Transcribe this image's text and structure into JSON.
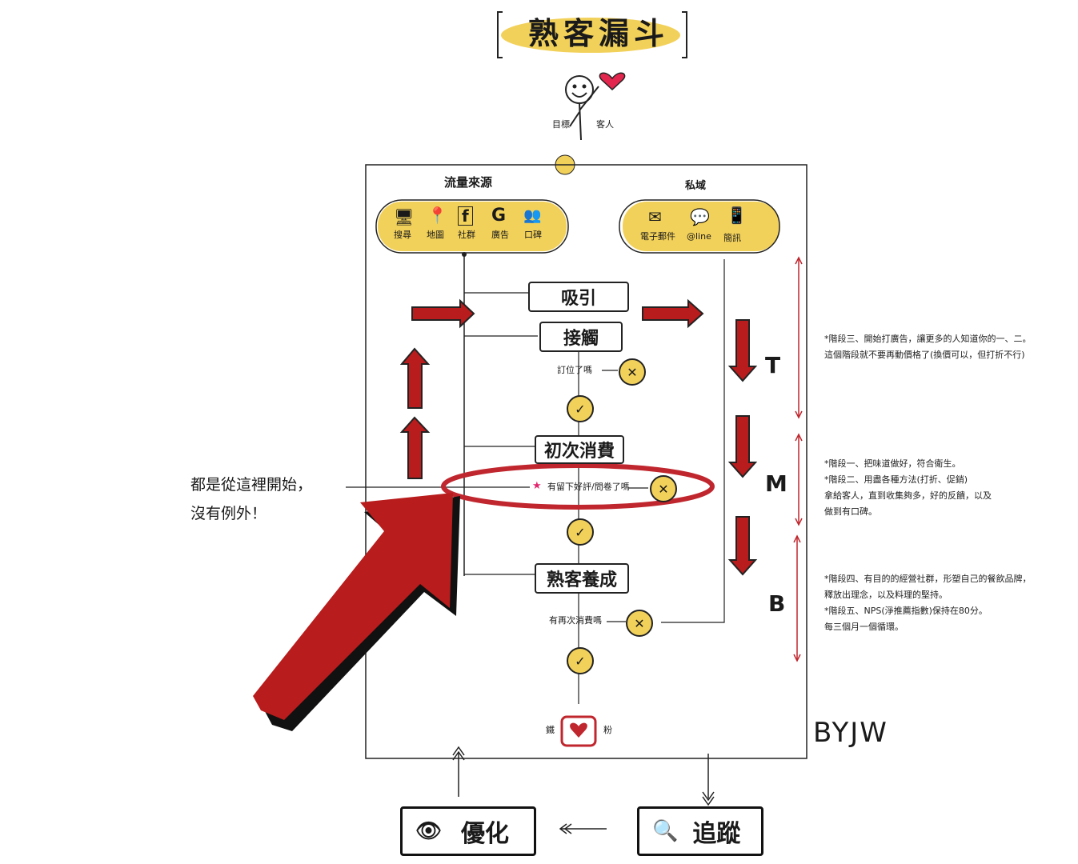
{
  "title": "熟客漏斗",
  "target_customer": [
    "目標",
    "客人"
  ],
  "sources": {
    "heading": "流量來源",
    "items": [
      "搜尋",
      "地圖",
      "社群",
      "廣告",
      "口碑"
    ]
  },
  "private": {
    "heading": "私域",
    "items": [
      "電子郵件",
      "@line",
      "簡訊"
    ]
  },
  "stages": {
    "attract": "吸引",
    "contact": "接觸",
    "q_subscribe": "訂位了嗎",
    "first": "初次消費",
    "q_review": "有留下好評/問卷了嗎",
    "regular": "熟客養成",
    "q_repeat": "有再次消費嗎",
    "fan": [
      "鐵",
      "粉"
    ]
  },
  "side_text": [
    "都是從這裡開始，",
    "沒有例外！"
  ],
  "tmb": [
    "T",
    "M",
    "B"
  ],
  "notes": {
    "t": [
      "*階段三、開始打廣告，讓更多的人知道你的一、二。",
      "這個階段就不要再動價格了(換價可以，但打折不行)"
    ],
    "m": [
      "*階段一、把味道做好，符合衛生。",
      "*階段二、用盡各種方法(打折、促銷)",
      "拿給客人，直到收集夠多，好的反饋，以及",
      "做到有口碑。"
    ],
    "b": [
      "*階段四、有目的的經營社群，形塑自己的餐飲品牌，",
      "釋放出理念，以及料理的堅持。",
      "*階段五、NPS(淨推薦指數)保持在80分。",
      "每三個月一個循環。"
    ]
  },
  "signature": "BYJW",
  "bottom": {
    "optimize": "優化",
    "track": "追蹤"
  },
  "colors": {
    "accent_yellow": "#f2d15a",
    "arrow_red": "#b81c1c",
    "ring_red": "#c0262d",
    "ink": "#1a1a1a"
  }
}
